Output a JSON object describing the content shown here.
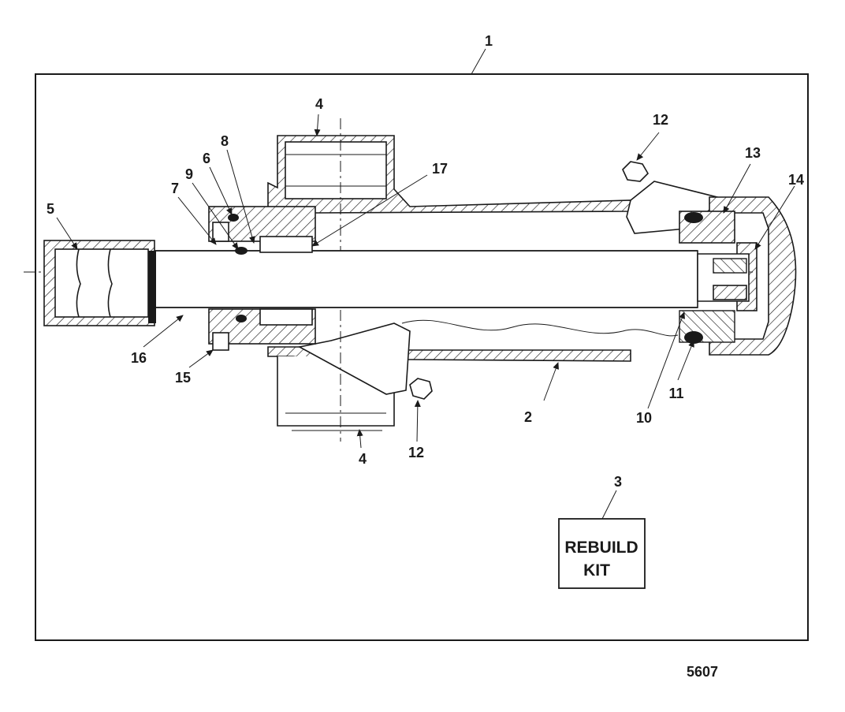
{
  "diagram": {
    "callouts": [
      "1",
      "2",
      "3",
      "4",
      "4",
      "5",
      "6",
      "7",
      "8",
      "9",
      "10",
      "11",
      "12",
      "12",
      "13",
      "14",
      "15",
      "16",
      "17"
    ],
    "kit_label_line1": "REBUILD",
    "kit_label_line2": "KIT",
    "figure_number": "5607"
  }
}
